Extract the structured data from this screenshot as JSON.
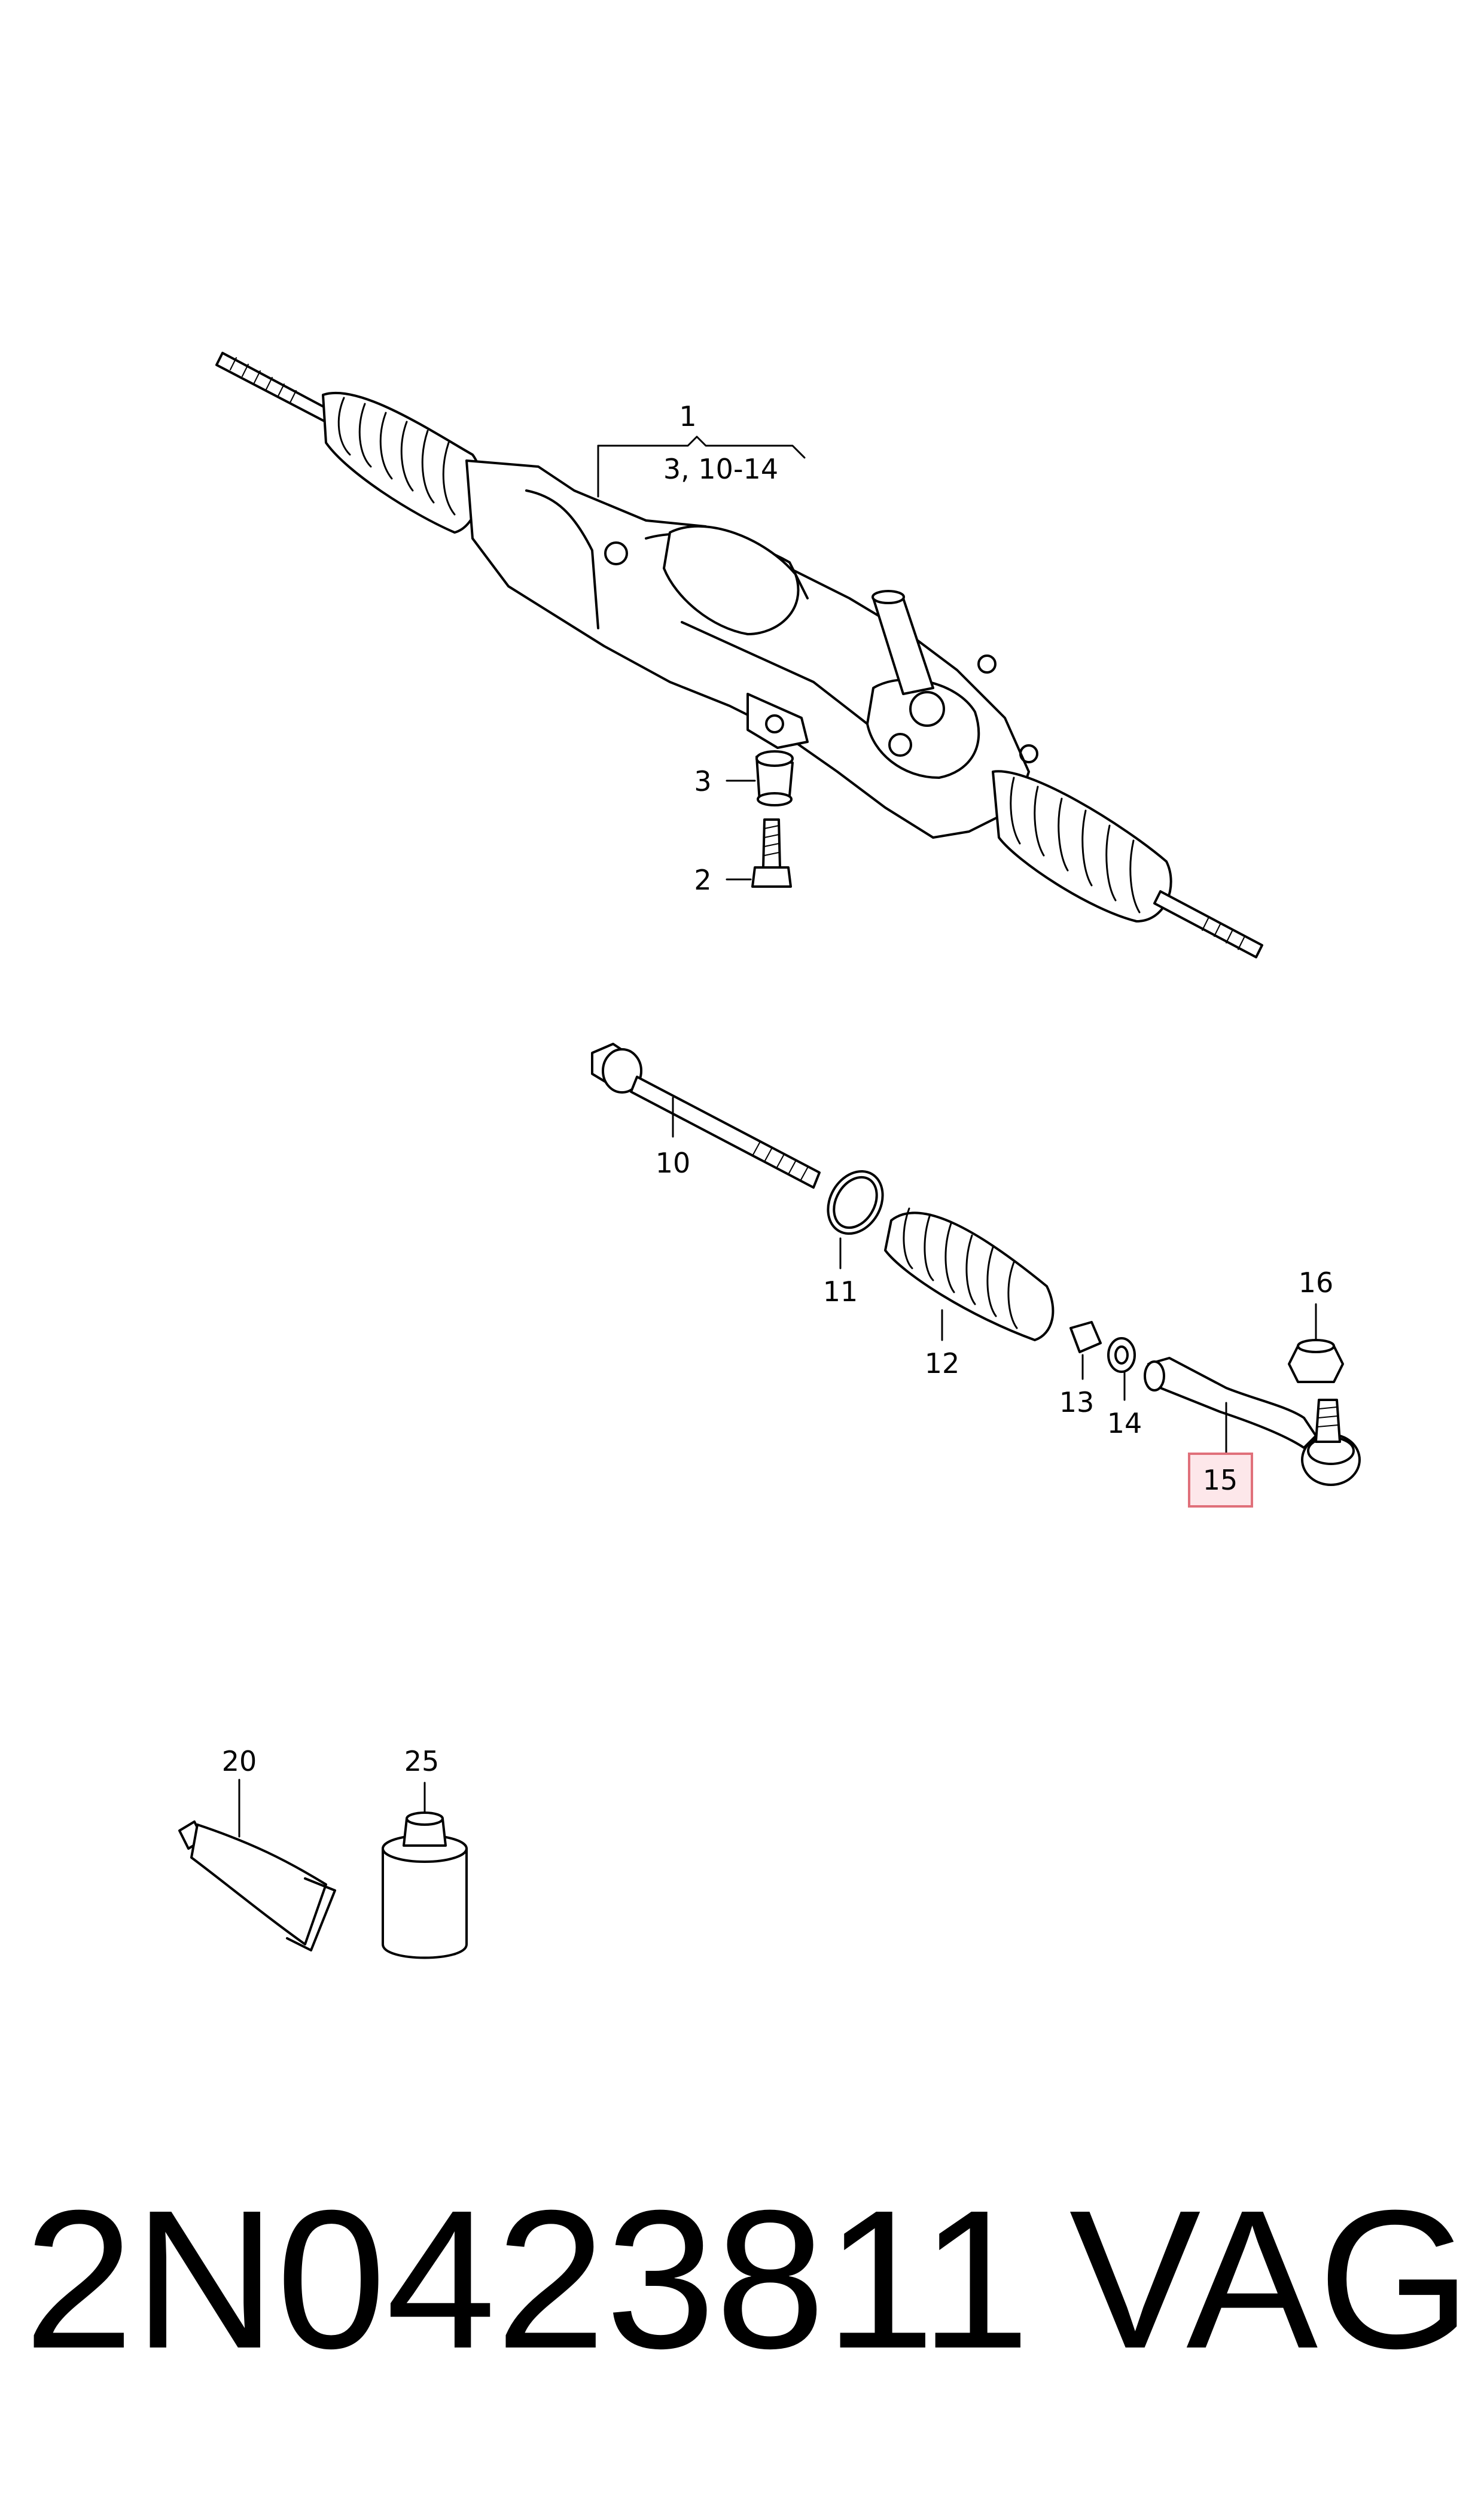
{
  "callouts": {
    "c1": "1",
    "c1_range": "3, 10-14",
    "c2": "2",
    "c3": "3",
    "c10": "10",
    "c11": "11",
    "c12": "12",
    "c13": "13",
    "c14": "14",
    "c15": "15",
    "c16": "16",
    "c20": "20",
    "c25": "25"
  },
  "footer": {
    "part_number": "2N0423811",
    "brand": "VAG"
  },
  "colors": {
    "line": "#000000",
    "highlight_border": "#e0707a",
    "highlight_fill": "#fde7ea"
  }
}
